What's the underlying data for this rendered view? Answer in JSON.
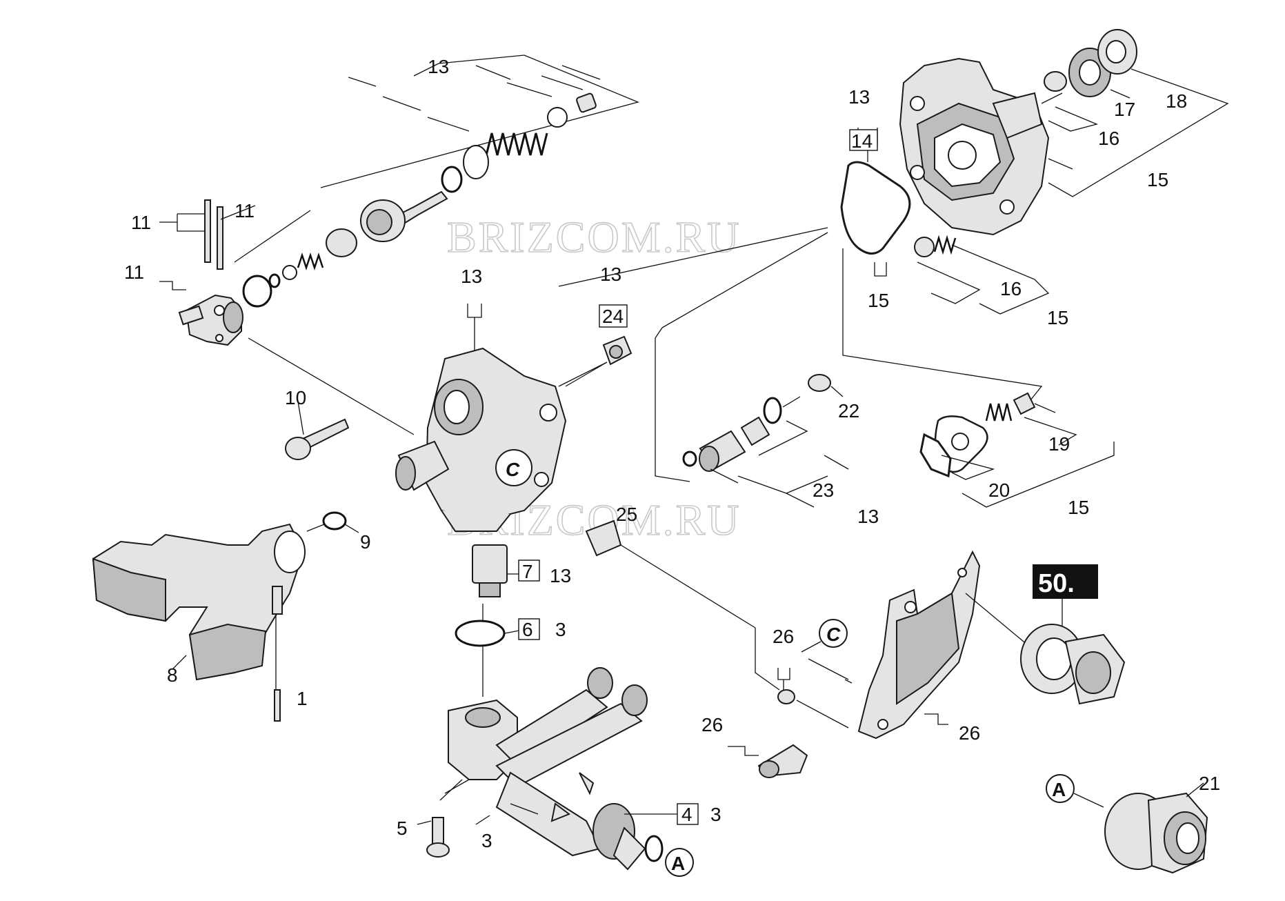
{
  "watermark": "BRIZCOM.RU",
  "badge": "50.",
  "callouts": {
    "c1": "C",
    "c2": "C",
    "a1": "A",
    "a2": "A"
  },
  "labels": {
    "l13_top": "13",
    "l11_a": "11",
    "l11_b": "11",
    "l11_c": "11",
    "l13_mid": "13",
    "l13_v": "13",
    "l24": "24",
    "l10": "10",
    "l9": "9",
    "l25": "25",
    "l7": "7",
    "l13_7": "13",
    "l6": "6",
    "l3_6": "3",
    "l8": "8",
    "l1": "1",
    "l5": "5",
    "l3_low": "3",
    "l4": "4",
    "l3_4": "3",
    "l13_r": "13",
    "l14": "14",
    "l15_a": "15",
    "l17": "17",
    "l18": "18",
    "l16_a": "16",
    "l15_b": "15",
    "l16_b": "16",
    "l15_c": "15",
    "l22": "22",
    "l23": "23",
    "l13_23": "13",
    "l19": "19",
    "l20": "20",
    "l15_d": "15",
    "l26_a": "26",
    "l26_b": "26",
    "l26_c": "26",
    "l21": "21"
  }
}
